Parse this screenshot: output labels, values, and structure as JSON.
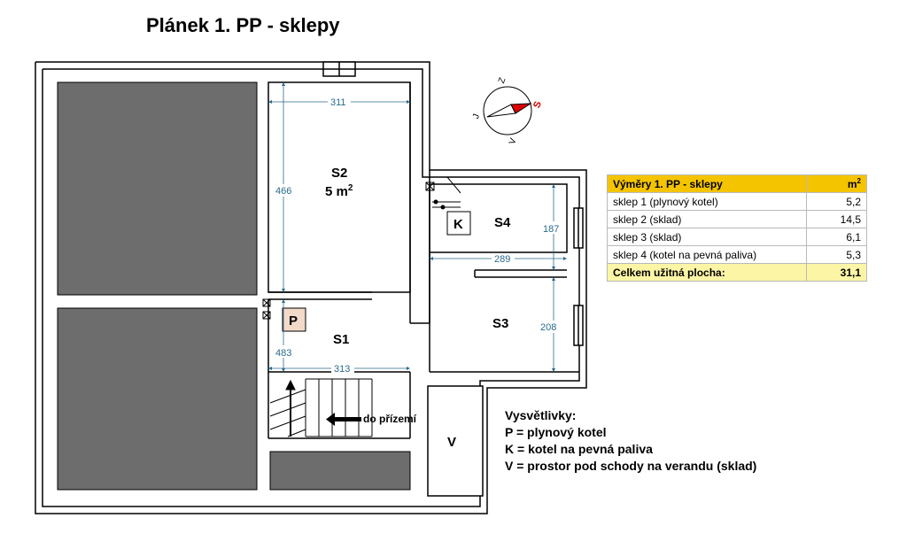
{
  "title": "Plánek 1. PP - sklepy",
  "rooms": {
    "s2": {
      "label": "S2",
      "area": "5 m",
      "area_sup": "2"
    },
    "s1": {
      "label": "S1"
    },
    "s3": {
      "label": "S3"
    },
    "s4": {
      "label": "S4"
    }
  },
  "fixtures": {
    "p": "P",
    "k": "K",
    "v": "V"
  },
  "stairs_label": "do přízemí",
  "dimensions": {
    "s2_width": "311",
    "s2_height": "466",
    "s1_height": "483",
    "s1_width": "313",
    "s4_height": "187",
    "s4_width": "289",
    "s3_height": "208"
  },
  "compass": {
    "n": "Z",
    "e": "S",
    "s": "V",
    "w": "J"
  },
  "table": {
    "header": {
      "label": "Výměry 1. PP - sklepy",
      "unit": "m",
      "unit_sup": "2"
    },
    "rows": [
      {
        "name": "sklep 1 (plynový kotel)",
        "value": "5,2"
      },
      {
        "name": "sklep 2 (sklad)",
        "value": "14,5"
      },
      {
        "name": "sklep 3 (sklad)",
        "value": "6,1"
      },
      {
        "name": "sklep 4 (kotel na pevná paliva)",
        "value": "5,3"
      }
    ],
    "total": {
      "name": "Celkem užitná plocha:",
      "value": "31,1"
    }
  },
  "legend": {
    "heading": "Vysvětlivky:",
    "items": [
      "P = plynový kotel",
      "K = kotel na pevná paliva",
      "V = prostor pod schody na verandu (sklad)"
    ]
  },
  "colors": {
    "hatch": "#6d6d6d",
    "dim": "#2a6a8a",
    "table_header": "#f5c400",
    "table_total": "#fdf5a6",
    "fixture_p": "#f3d9c8",
    "compass_red": "#e00000"
  }
}
